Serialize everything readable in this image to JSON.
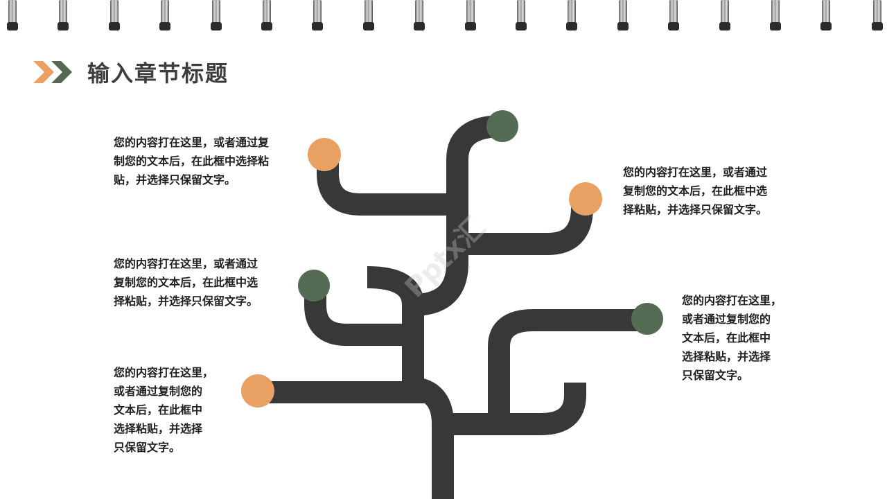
{
  "slide": {
    "title": "输入章节标题",
    "watermark": "Pptx汇"
  },
  "colors": {
    "accent_orange": "#E9A063",
    "accent_green": "#566B53",
    "tree_dark": "#383838",
    "title_text": "#3D3D3D"
  },
  "icons": {
    "title_marker": "double-chevron-icon",
    "binder": "spiral-binding"
  },
  "text_blocks": [
    {
      "id": "top-left",
      "lines": [
        "您的内容打在这里，或者通过复",
        "制您的文本后，在此框中选择粘",
        "贴，并选择只保留文字。"
      ]
    },
    {
      "id": "mid-left",
      "lines": [
        "您的内容打在这里，或者通过",
        "复制您的文本后，在此框中选",
        "择粘贴，并选择只保留文字。"
      ]
    },
    {
      "id": "bottom-left",
      "lines": [
        "您的内容打在这里，",
        "或者通过复制您的",
        "文本后，在此框中",
        "选择粘贴，并选择",
        "只保留文字。"
      ]
    },
    {
      "id": "top-right",
      "lines": [
        "您的内容打在这里，或者通过",
        "复制您的文本后，在此框中选",
        "择粘贴，并选择只保留文字。"
      ]
    },
    {
      "id": "bottom-right",
      "lines": [
        "您的内容打在这里，",
        "或者通过复制您的",
        "文本后，在此框中",
        "选择粘贴，并选择",
        "只保留文字。"
      ]
    }
  ]
}
